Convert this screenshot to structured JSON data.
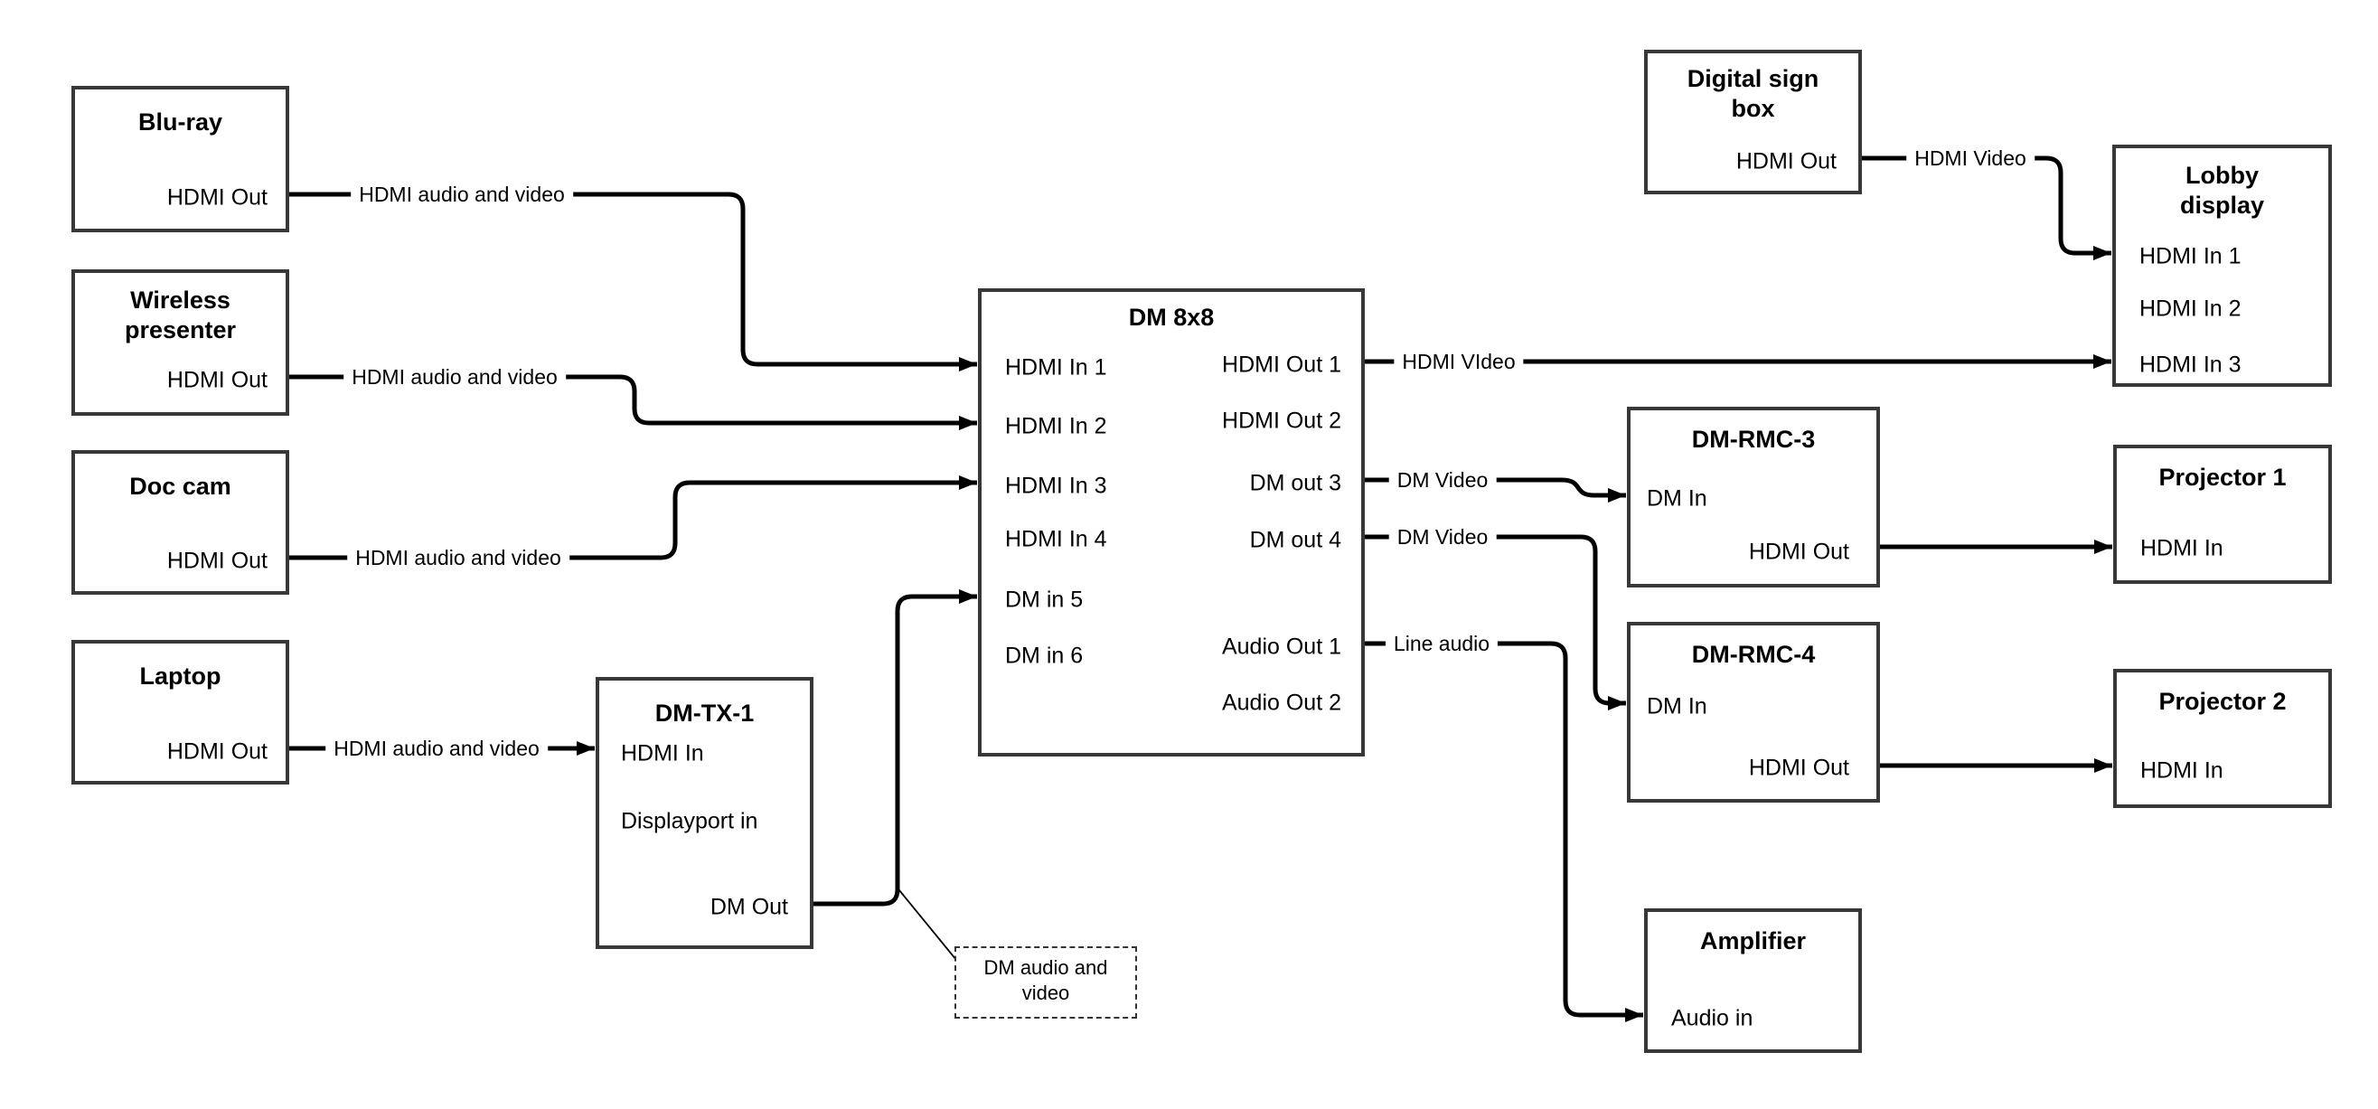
{
  "diagram_title": "DM matrix AV signal flow",
  "colors": {
    "background": "#ffffff",
    "box_border": "#383838",
    "line": "#000000",
    "text": "#000000"
  },
  "nodes": {
    "bluray": {
      "title": "Blu-ray",
      "port": "HDMI Out"
    },
    "wireless": {
      "title": "Wireless presenter",
      "port": "HDMI Out"
    },
    "doccam": {
      "title": "Doc cam",
      "port": "HDMI Out"
    },
    "laptop": {
      "title": "Laptop",
      "port": "HDMI Out"
    },
    "dmtx1": {
      "title": "DM-TX-1",
      "port_hdmi_in": "HDMI In",
      "port_displayport_in": "Displayport in",
      "port_dm_out": "DM Out"
    },
    "dm8x8": {
      "title": "DM 8x8",
      "inputs": [
        "HDMI In 1",
        "HDMI In 2",
        "HDMI In 3",
        "HDMI In 4",
        "DM in 5",
        "DM in 6"
      ],
      "outputs": [
        "HDMI Out 1",
        "HDMI Out 2",
        "DM out 3",
        "DM out 4",
        "Audio Out 1",
        "Audio Out 2"
      ]
    },
    "digital_sign": {
      "title": "Digital sign box",
      "port": "HDMI Out"
    },
    "lobby": {
      "title": "Lobby display",
      "inputs": [
        "HDMI In 1",
        "HDMI In 2",
        "HDMI In 3"
      ]
    },
    "rmc3": {
      "title": "DM-RMC-3",
      "port_dm_in": "DM In",
      "port_hdmi_out": "HDMI Out"
    },
    "proj1": {
      "title": "Projector 1",
      "port": "HDMI In"
    },
    "rmc4": {
      "title": "DM-RMC-4",
      "port_dm_in": "DM In",
      "port_hdmi_out": "HDMI Out"
    },
    "proj2": {
      "title": "Projector 2",
      "port": "HDMI In"
    },
    "amp": {
      "title": "Amplifier",
      "port": "Audio in"
    }
  },
  "edge_labels": {
    "bluray_to_dm8x8": "HDMI audio and video",
    "wireless_to_dm8x8": "HDMI audio and video",
    "doccam_to_dm8x8": "HDMI audio and video",
    "laptop_to_dmtx1": "HDMI audio and video",
    "dm8x8_hdmi_out1": "HDMI VIdeo",
    "dm8x8_dm_out3": "DM Video",
    "dm8x8_dm_out4": "DM Video",
    "dm8x8_audio_out1": "Line audio",
    "digital_sign_to_lobby": "HDMI Video"
  },
  "note": {
    "text": "DM audio and video"
  }
}
